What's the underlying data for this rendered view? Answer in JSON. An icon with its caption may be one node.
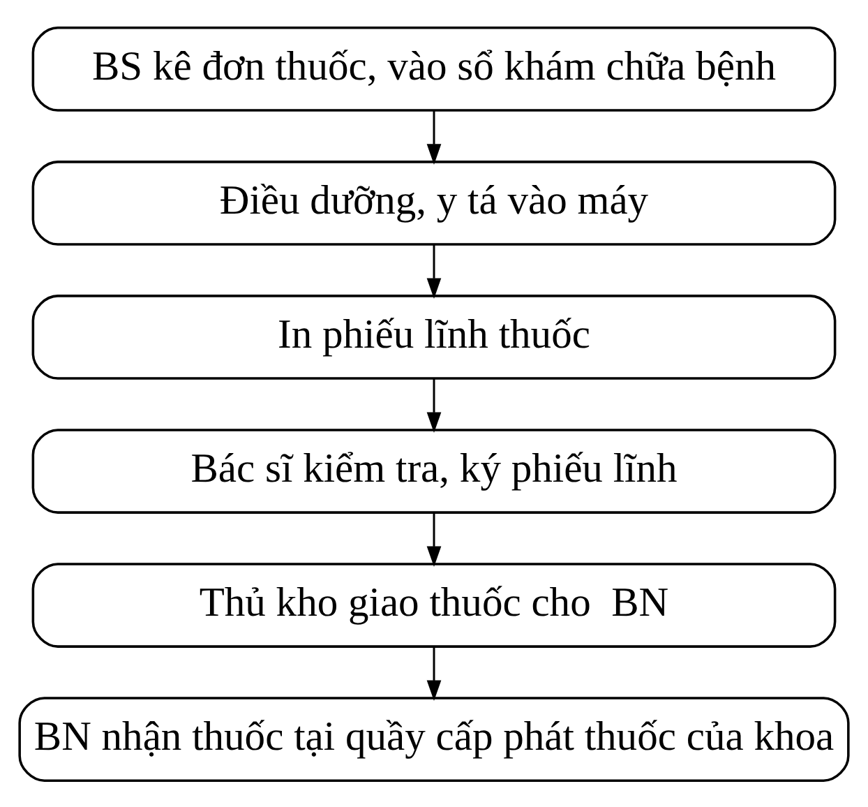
{
  "diagram": {
    "nodes": [
      {
        "text": [
          "BS kê đơn thuốc, vào sổ khám chữa bệnh"
        ]
      },
      {
        "text": [
          "Điều dưỡng, y tá vào máy"
        ]
      },
      {
        "text": [
          "In phiếu lĩnh thuốc"
        ]
      },
      {
        "text": [
          "Bác sĩ kiểm tra, ký phiếu lĩnh"
        ]
      },
      {
        "text": [
          "Thủ kho giao thuốc cho  BN"
        ]
      },
      {
        "text": [
          "BN nhận thuốc tại quầy cấp phát thuốc của khoa"
        ]
      }
    ],
    "edges": [
      {
        "from": 0,
        "to": 1,
        "arrow": "to"
      },
      {
        "from": 1,
        "to": 2,
        "arrow": "to"
      },
      {
        "from": 2,
        "to": 3,
        "arrow": "to"
      },
      {
        "from": 3,
        "to": 4,
        "arrow": "to"
      },
      {
        "from": 4,
        "to": 5,
        "arrow": "to"
      }
    ]
  }
}
